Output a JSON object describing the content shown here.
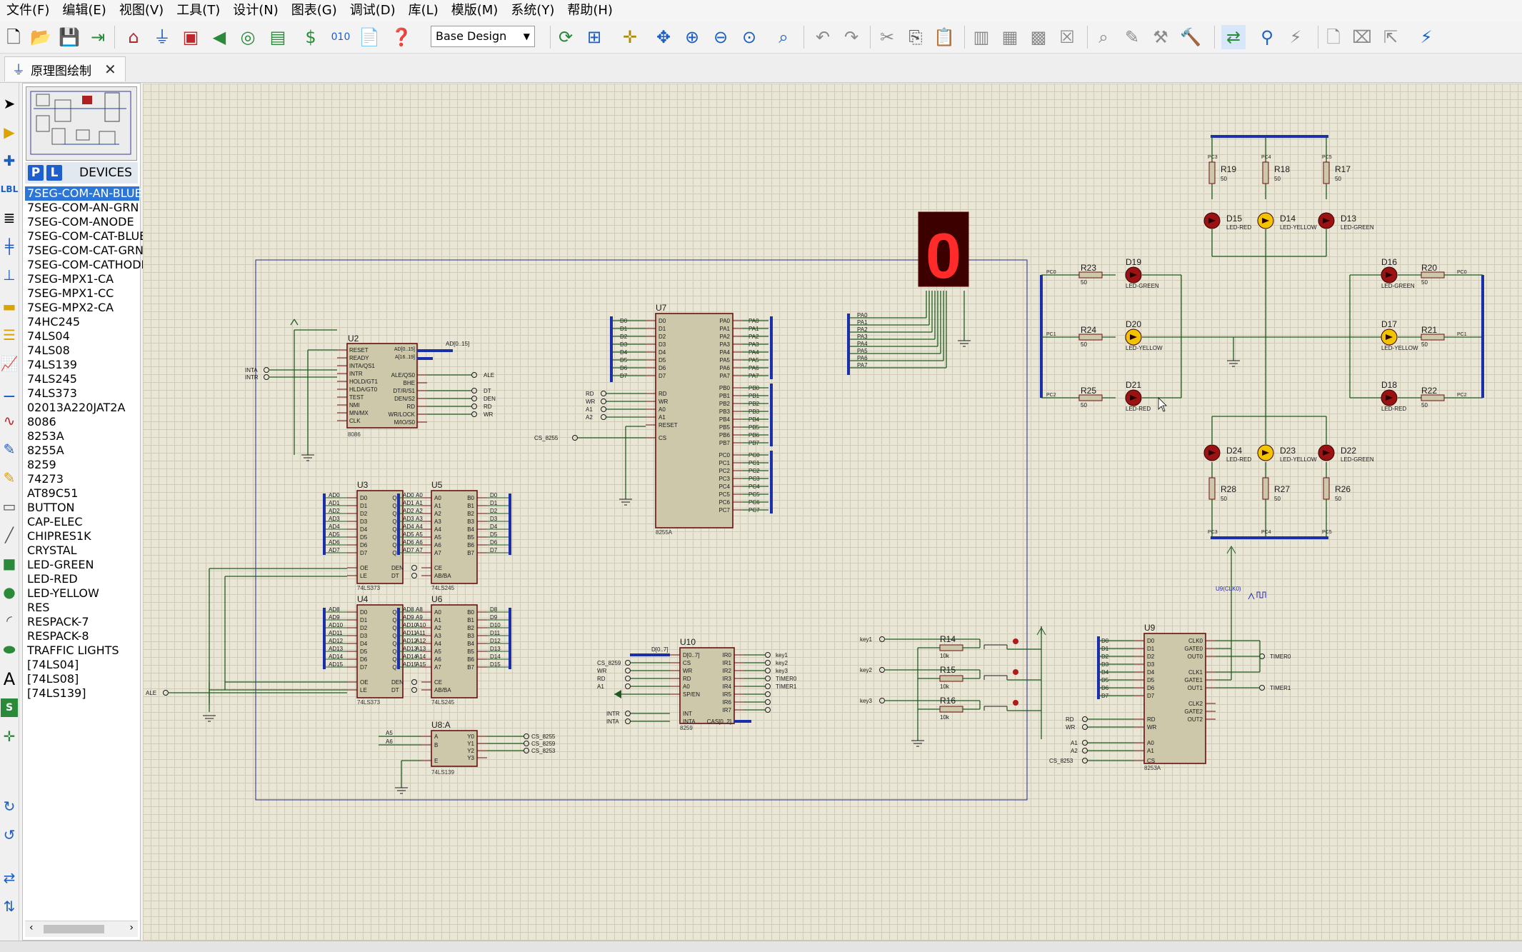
{
  "menu": [
    "文件(F)",
    "编辑(E)",
    "视图(V)",
    "工具(T)",
    "设计(N)",
    "图表(G)",
    "调试(D)",
    "库(L)",
    "模版(M)",
    "系统(Y)",
    "帮助(H)"
  ],
  "toolbar": {
    "design_select": "Base Design",
    "colors": {
      "accent": "#1b5fc4",
      "grey": "#8a8a8a",
      "red": "#c0262b",
      "green": "#2b8a3a",
      "yellow": "#d8a020"
    }
  },
  "tab": {
    "title": "原理图绘制",
    "close": "✕"
  },
  "panel": {
    "p_button": "P",
    "l_button": "L",
    "header": "DEVICES",
    "devices": [
      "7SEG-COM-AN-BLUE",
      "7SEG-COM-AN-GRN",
      "7SEG-COM-ANODE",
      "7SEG-COM-CAT-BLUE",
      "7SEG-COM-CAT-GRN",
      "7SEG-COM-CATHODE",
      "7SEG-MPX1-CA",
      "7SEG-MPX1-CC",
      "7SEG-MPX2-CA",
      "74HC245",
      "74LS04",
      "74LS08",
      "74LS139",
      "74LS245",
      "74LS373",
      "02013A220JAT2A",
      "8086",
      "8253A",
      "8255A",
      "8259",
      "74273",
      "AT89C51",
      "BUTTON",
      "CAP-ELEC",
      "CHIPRES1K",
      "CRYSTAL",
      "LED-GREEN",
      "LED-RED",
      "LED-YELLOW",
      "RES",
      "RESPACK-7",
      "RESPACK-8",
      "TRAFFIC LIGHTS",
      "[74LS04]",
      "[74LS08]",
      "[74LS139]"
    ],
    "selected_index": 0
  },
  "schematic": {
    "chips": {
      "u2": {
        "ref": "U2",
        "part": "8086",
        "bus_top": "AD[0..15]",
        "bus_right_a": "AD[0..15]",
        "bus_right_b": "A[16..19]",
        "left_pins": [
          "RESET",
          "READY",
          "INTA/QS1",
          "INTR",
          "HOLD/GT1",
          "HLDA/GT0",
          "TEST",
          "NMI",
          "MN/MX",
          "CLK"
        ],
        "right_pins": [
          "ALE/QS0",
          "BHE",
          "DT/R/S1",
          "DEN/S2",
          "RD",
          "WR/LOCK",
          "M/IO/S0"
        ],
        "net_inta": "INTA",
        "net_intr": "INTR",
        "net_ale": "ALE",
        "net_dt": "DT",
        "net_den": "DEN",
        "net_rd": "RD",
        "net_wr": "WR"
      },
      "u3": {
        "ref": "U3",
        "part": "74LS373",
        "left_nets": [
          "AD0",
          "AD1",
          "AD2",
          "AD3",
          "AD4",
          "AD5",
          "AD6",
          "AD7"
        ],
        "right_nets": [
          "A0",
          "A1",
          "A2",
          "A3",
          "A4",
          "A5",
          "A6",
          "A7"
        ],
        "in_pins": [
          "D0",
          "D1",
          "D2",
          "D3",
          "D4",
          "D5",
          "D6",
          "D7"
        ],
        "out_pins": [
          "Q0",
          "Q1",
          "Q2",
          "Q3",
          "Q4",
          "Q5",
          "Q6",
          "Q7"
        ],
        "oe": "OE",
        "le": "LE"
      },
      "u4": {
        "ref": "U4",
        "part": "74LS373",
        "left_nets": [
          "AD8",
          "AD9",
          "AD10",
          "AD11",
          "AD12",
          "AD13",
          "AD14",
          "AD15"
        ],
        "right_nets": [
          "A8",
          "A9",
          "A10",
          "A11",
          "A12",
          "A13",
          "A14",
          "A15"
        ],
        "in_pins": [
          "D0",
          "D1",
          "D2",
          "D3",
          "D4",
          "D5",
          "D6",
          "D7"
        ],
        "out_pins": [
          "Q0",
          "Q1",
          "Q2",
          "Q3",
          "Q4",
          "Q5",
          "Q6",
          "Q7"
        ],
        "oe": "OE",
        "le": "LE"
      },
      "u5": {
        "ref": "U5",
        "part": "74LS245",
        "left_nets": [
          "AD0",
          "AD1",
          "AD2",
          "AD3",
          "AD4",
          "AD5",
          "AD6",
          "AD7"
        ],
        "right_nets": [
          "D0",
          "D1",
          "D2",
          "D3",
          "D4",
          "D5",
          "D6",
          "D7"
        ],
        "in_pins": [
          "A0",
          "A1",
          "A2",
          "A3",
          "A4",
          "A5",
          "A6",
          "A7"
        ],
        "out_pins": [
          "B0",
          "B1",
          "B2",
          "B3",
          "B4",
          "B5",
          "B6",
          "B7"
        ],
        "ce": "CE",
        "ab": "AB/BA",
        "den": "DEN",
        "dt": "DT"
      },
      "u6": {
        "ref": "U6",
        "part": "74LS245",
        "left_nets": [
          "AD8",
          "AD9",
          "AD10",
          "AD11",
          "AD12",
          "AD13",
          "AD14",
          "AD15"
        ],
        "right_nets": [
          "D8",
          "D9",
          "D10",
          "D11",
          "D12",
          "D13",
          "D14",
          "D15"
        ],
        "in_pins": [
          "A0",
          "A1",
          "A2",
          "A3",
          "A4",
          "A5",
          "A6",
          "A7"
        ],
        "out_pins": [
          "B0",
          "B1",
          "B2",
          "B3",
          "B4",
          "B5",
          "B6",
          "B7"
        ],
        "ce": "CE",
        "ab": "AB/BA",
        "den": "DEN",
        "dt": "DT"
      },
      "u7": {
        "ref": "U7",
        "part": "8255A",
        "d_nets": [
          "D0",
          "D1",
          "D2",
          "D3",
          "D4",
          "D5",
          "D6",
          "D7"
        ],
        "ctrl_nets": [
          "RD",
          "WR",
          "A1",
          "A2"
        ],
        "ctrl_pins": [
          "RD",
          "WR",
          "A0",
          "A1",
          "RESET"
        ],
        "cs": "CS",
        "cs_net": "CS_8255",
        "pa": [
          "PA0",
          "PA1",
          "PA2",
          "PA3",
          "PA4",
          "PA5",
          "PA6",
          "PA7"
        ],
        "pb": [
          "PB0",
          "PB1",
          "PB2",
          "PB3",
          "PB4",
          "PB5",
          "PB6",
          "PB7"
        ],
        "pc": [
          "PC0",
          "PC1",
          "PC2",
          "PC3",
          "PC4",
          "PC5",
          "PC6",
          "PC7"
        ]
      },
      "u8": {
        "ref": "U8:A",
        "part": "74LS139",
        "in_nets": [
          "A5",
          "A6"
        ],
        "pins_in": [
          "A",
          "B",
          "E"
        ],
        "pins_out": [
          "Y0",
          "Y1",
          "Y2",
          "Y3"
        ],
        "out_nets": [
          "CS_8255",
          "CS_8259",
          "CS_8253"
        ]
      },
      "u10": {
        "ref": "U10",
        "part": "8259",
        "bus": "D[0..7]",
        "left_nets": [
          "CS_8259",
          "WR",
          "RD",
          "A1"
        ],
        "left_pins": [
          "D[0..7]",
          "CS",
          "WR",
          "RD",
          "A0",
          "SP/EN"
        ],
        "ir_pins": [
          "IR0",
          "IR1",
          "IR2",
          "IR3",
          "IR4",
          "IR5",
          "IR6",
          "IR7"
        ],
        "ir_nets": [
          "key1",
          "key2",
          "key3",
          "TIMER0",
          "TIMER1"
        ],
        "int": "INT",
        "inta": "INTA",
        "cas": "CAS[0..2]",
        "net_intr": "INTR",
        "net_inta": "INTA"
      },
      "u9": {
        "ref": "U9",
        "part": "8253A",
        "d_nets": [
          "D0",
          "D1",
          "D2",
          "D3",
          "D4",
          "D5",
          "D6",
          "D7"
        ],
        "ctrl_nets": [
          "RD",
          "WR",
          "A1",
          "A2",
          "CS_8253"
        ],
        "left_pins": [
          "D0",
          "D1",
          "D2",
          "D3",
          "D4",
          "D5",
          "D6",
          "D7",
          "RD",
          "WR",
          "A0",
          "A1",
          "CS"
        ],
        "right_pins": [
          "CLK0",
          "GATE0",
          "OUT0",
          "CLK1",
          "GATE1",
          "OUT1",
          "CLK2",
          "GATE2",
          "OUT2"
        ],
        "out_nets": [
          "TIMER0",
          "TIMER1"
        ],
        "clk_label": "U9(CLK0)"
      }
    },
    "seven_seg": {
      "digit": "0",
      "nets": [
        "PA0",
        "PA1",
        "PA2",
        "PA3",
        "PA4",
        "PA5",
        "PA6",
        "PA7"
      ]
    },
    "keys": {
      "nets": [
        "key1",
        "key2",
        "key3"
      ],
      "resistors": [
        "R14",
        "R15",
        "R16"
      ],
      "value": "10k"
    },
    "traffic": {
      "resistors_top": [
        "R19",
        "R18",
        "R17"
      ],
      "resistors_bottom": [
        "R28",
        "R27",
        "R26"
      ],
      "resistors_left": [
        "R23",
        "R24",
        "R25"
      ],
      "resistors_right": [
        "R20",
        "R21",
        "R22"
      ],
      "res_value": "50",
      "leds_top": [
        {
          "ref": "D15",
          "type": "LED-RED"
        },
        {
          "ref": "D14",
          "type": "LED-YELLOW"
        },
        {
          "ref": "D13",
          "type": "LED-GREEN"
        }
      ],
      "leds_bottom": [
        {
          "ref": "D24",
          "type": "LED-RED"
        },
        {
          "ref": "D23",
          "type": "LED-YELLOW"
        },
        {
          "ref": "D22",
          "type": "LED-GREEN"
        }
      ],
      "leds_left": [
        {
          "ref": "D19",
          "type": "LED-GREEN"
        },
        {
          "ref": "D20",
          "type": "LED-YELLOW"
        },
        {
          "ref": "D21",
          "type": "LED-RED"
        }
      ],
      "leds_right": [
        {
          "ref": "D16",
          "type": "LED-GREEN"
        },
        {
          "ref": "D17",
          "type": "LED-YELLOW"
        },
        {
          "ref": "D18",
          "type": "LED-RED"
        }
      ],
      "nets_top": [
        "PC3",
        "PC4",
        "PC5"
      ],
      "nets_bottom": [
        "PC3",
        "PC4",
        "PC5"
      ],
      "nets_side": [
        "PC0",
        "PC1",
        "PC2"
      ]
    }
  }
}
